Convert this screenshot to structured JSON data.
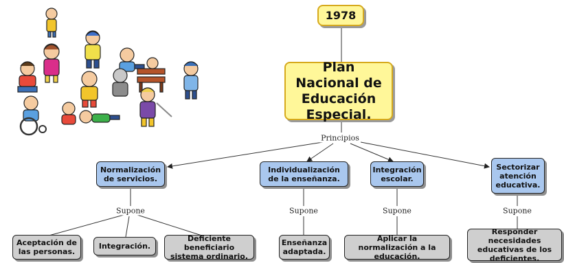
{
  "year": "1978",
  "title": "Plan Nacional de Educación Especial.",
  "root_link": "Principios",
  "principles": [
    {
      "label": "Normalización de servicios.",
      "link": "Supone",
      "children": [
        "Aceptación de las personas.",
        "Integración.",
        "Deficiente beneficiario sistema ordinario."
      ]
    },
    {
      "label": "Individualización de la enseñanza.",
      "link": "Supone",
      "children": [
        "Enseñanza adaptada."
      ]
    },
    {
      "label": "Integración escolar.",
      "link": "Supone",
      "children": [
        "Aplicar la normalización a la educación."
      ]
    },
    {
      "label": "Sectorizar atención educativa.",
      "link": "Supone",
      "children": [
        "Responder necesidades educativas de los deficientes."
      ]
    }
  ],
  "colors": {
    "yellow_fill": "#fff799",
    "yellow_border": "#d6a91c",
    "blue_fill": "#a9c7ee",
    "gray_fill": "#cfcfcf"
  }
}
